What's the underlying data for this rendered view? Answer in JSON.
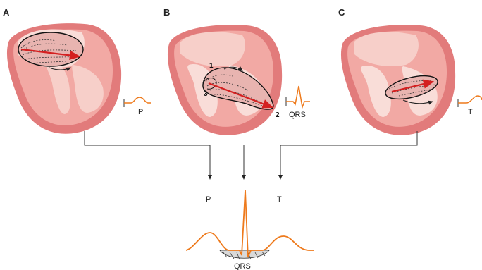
{
  "panels": {
    "a": {
      "letter": "A",
      "wave_label": "P"
    },
    "b": {
      "letter": "B",
      "wave_label": "QRS",
      "labels": [
        "1",
        "2",
        "3"
      ]
    },
    "c": {
      "letter": "C",
      "wave_label": "T"
    }
  },
  "summary": {
    "arrow_labels": [
      "P",
      "T"
    ],
    "complex_label": "QRS"
  },
  "colors": {
    "heart_outer": "#e27b7b",
    "heart_wall": "#f2a9a4",
    "heart_chamber": "#f7cfc9",
    "heart_inner": "#f9ddd8",
    "vector": "#d42020",
    "trace": "#ee7a1c",
    "line": "#333333"
  },
  "icons": [
    "heart-illustration",
    "dipole-ellipse",
    "vector-arrow",
    "ecg-trace"
  ]
}
